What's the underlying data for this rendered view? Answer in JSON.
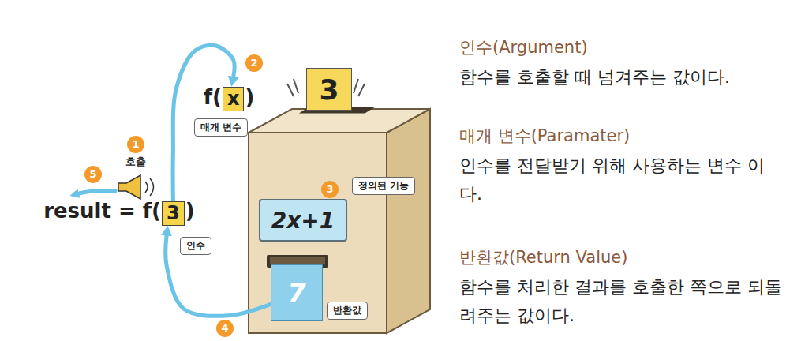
{
  "diagram": {
    "nodes": [
      {
        "text": [
          "x"
        ]
      },
      {
        "text": [
          "매개 변수"
        ]
      },
      {
        "text": [
          "3"
        ]
      },
      {
        "text": [
          "정의된 기능"
        ]
      },
      {
        "text": [
          "2x+1"
        ]
      },
      {
        "text": [
          "3"
        ]
      },
      {
        "text": [
          "인수"
        ]
      },
      {
        "text": [
          "7"
        ]
      },
      {
        "text": [
          "반환값"
        ]
      }
    ],
    "edges": [
      {
        "from": 5,
        "to": 0,
        "arrow": "to"
      },
      {
        "from": 7,
        "to": 5,
        "arrow": "to"
      }
    ],
    "labels": [
      "1",
      "2",
      "3",
      "4",
      "5",
      "호출",
      "f(",
      ")",
      "result = f(",
      ")",
      "인수(Argument)",
      "함수를 호출할 때 넘겨주는 값이다.",
      "매개 변수(Paramater)",
      "인수를 전달받기 위해 사용하는 변수 이다.",
      "반환값(Return Value)",
      "함수를 처리한 결과를 호출한 쪽으로 되돌려주는 값이다."
    ]
  }
}
